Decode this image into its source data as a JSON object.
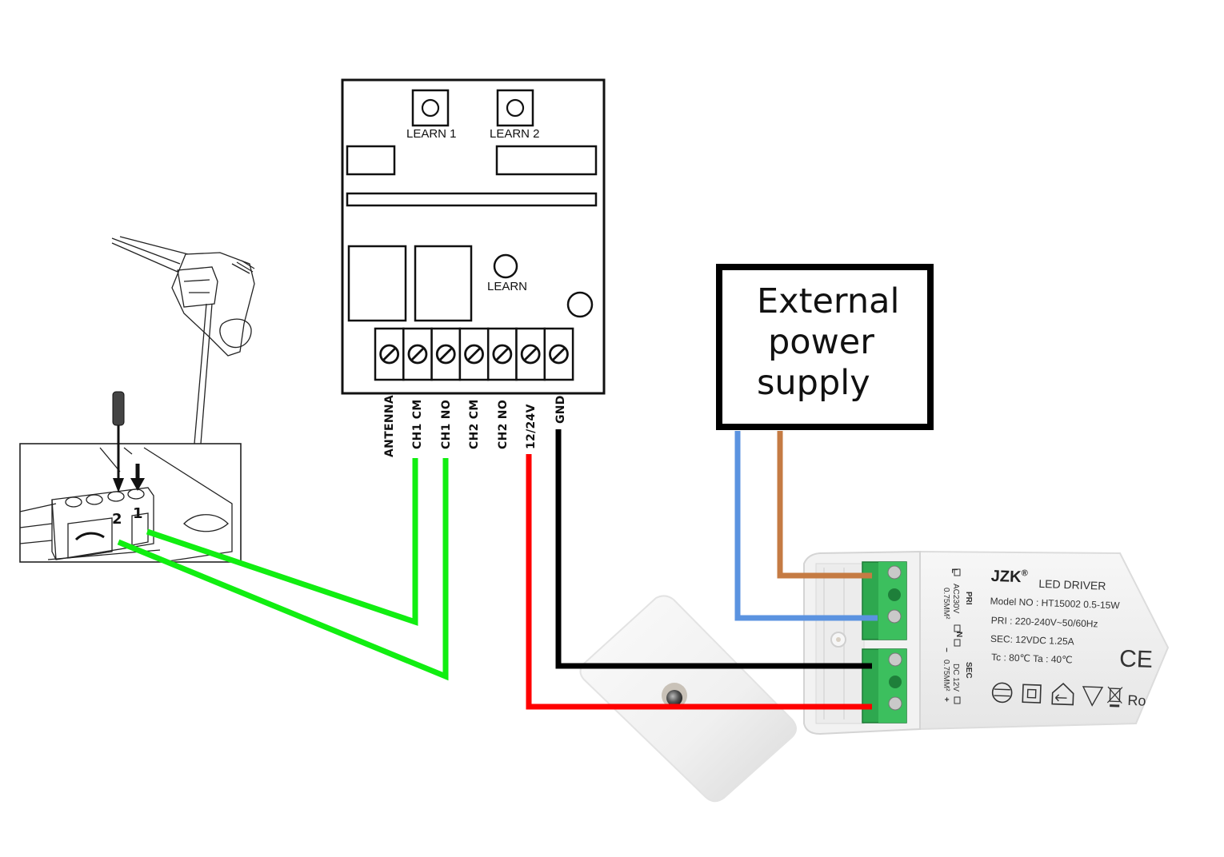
{
  "receiver": {
    "buttons": [
      {
        "label": "LEARN 1"
      },
      {
        "label": "LEARN 2"
      }
    ],
    "learn_label": "LEARN",
    "terminals": [
      {
        "label": "ANTENNA"
      },
      {
        "label": "CH1 CM"
      },
      {
        "label": "CH1 NO"
      },
      {
        "label": "CH2 CM"
      },
      {
        "label": "CH2 NO"
      },
      {
        "label": "12/24V"
      },
      {
        "label": "GND"
      }
    ]
  },
  "power_supply": {
    "lines": [
      "External",
      "power",
      "supply"
    ]
  },
  "led_driver": {
    "brand": "JZK",
    "registered": "®",
    "title": "LED DRIVER",
    "model": "Model NO : HT15002   0.5-15W",
    "pri": "PRI : 220-240V~50/60Hz",
    "sec": "SEC: 12VDC   1.25A",
    "temps": "Tc : 80℃   Ta : 40℃",
    "ce_mark": "CE",
    "side_pri": "PRI",
    "side_ac": "AC230V",
    "side_l": "L",
    "side_n": "N",
    "side_sec": "SEC",
    "side_dc": "DC 12V",
    "side_mm1": "0.75MM²",
    "side_mm2": "0.75MM²",
    "side_minus": "−",
    "side_plus": "+",
    "rohs_partial": "Ro"
  },
  "opener_terminal": {
    "label_1": "1",
    "label_2": "2"
  },
  "wires": {
    "green": "#11ee11",
    "red": "#ff0000",
    "black": "#000000",
    "blue": "#5b93e0",
    "brown": "#c57b43"
  }
}
